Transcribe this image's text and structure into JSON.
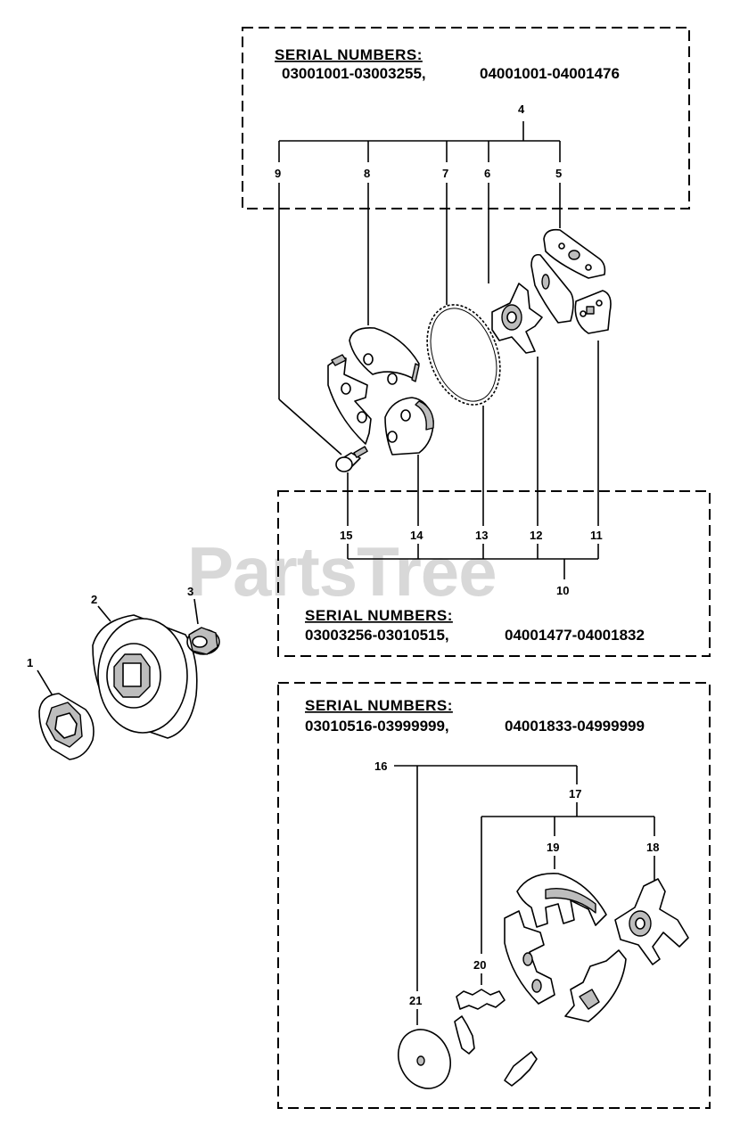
{
  "watermark": "PartsTree",
  "groups": [
    {
      "title": "SERIAL NUMBERS:",
      "range_a": "03001001-03003255,",
      "range_b": "04001001-04001476"
    },
    {
      "title": "SERIAL NUMBERS:",
      "range_a": "03003256-03010515,",
      "range_b": "04001477-04001832"
    },
    {
      "title": "SERIAL NUMBERS:",
      "range_a": "03010516-03999999,",
      "range_b": "04001833-04999999"
    }
  ],
  "callouts": {
    "c1": "1",
    "c2": "2",
    "c3": "3",
    "c4": "4",
    "c5": "5",
    "c6": "6",
    "c7": "7",
    "c8": "8",
    "c9": "9",
    "c10": "10",
    "c11": "11",
    "c12": "12",
    "c13": "13",
    "c14": "14",
    "c15": "15",
    "c16": "16",
    "c17": "17",
    "c18": "18",
    "c19": "19",
    "c20": "20",
    "c21": "21"
  }
}
